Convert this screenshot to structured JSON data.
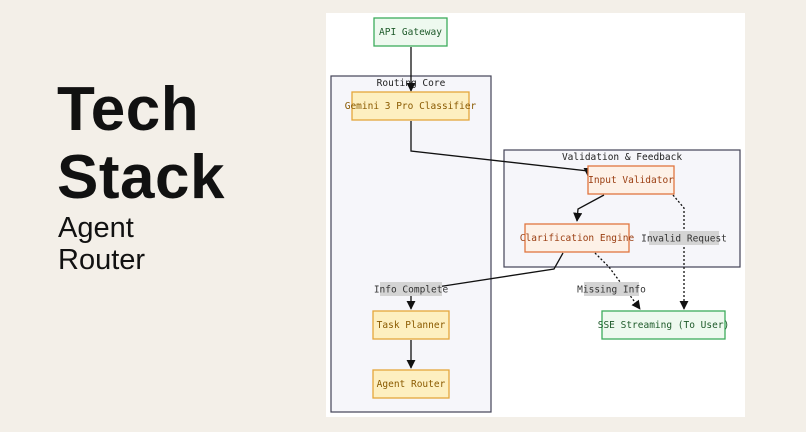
{
  "slide": {
    "title_line1": "Tech",
    "title_line2": "Stack",
    "subtitle_line1": "Agent",
    "subtitle_line2": "Router"
  },
  "diagram": {
    "groups": {
      "routing_core": "Routing Core",
      "validation": "Validation & Feedback"
    },
    "nodes": {
      "api_gateway": "API Gateway",
      "classifier": "Gemini 3 Pro Classifier",
      "input_validator": "Input Validator",
      "clarification": "Clarification Engine",
      "task_planner": "Task Planner",
      "agent_router": "Agent Router",
      "sse": "SSE Streaming (To User)"
    },
    "edge_labels": {
      "invalid_request": "Invalid Request",
      "info_complete": "Info Complete",
      "missing_info": "Missing Info"
    },
    "colors": {
      "process_fill": "#fdefc0",
      "process_stroke": "#e5a63b",
      "validation_fill": "#fdf1e7",
      "validation_stroke": "#e07640",
      "io_fill": "#eef9ef",
      "io_stroke": "#3dac5c",
      "group_fill": "#f6f6fa",
      "group_stroke": "#444457"
    }
  }
}
